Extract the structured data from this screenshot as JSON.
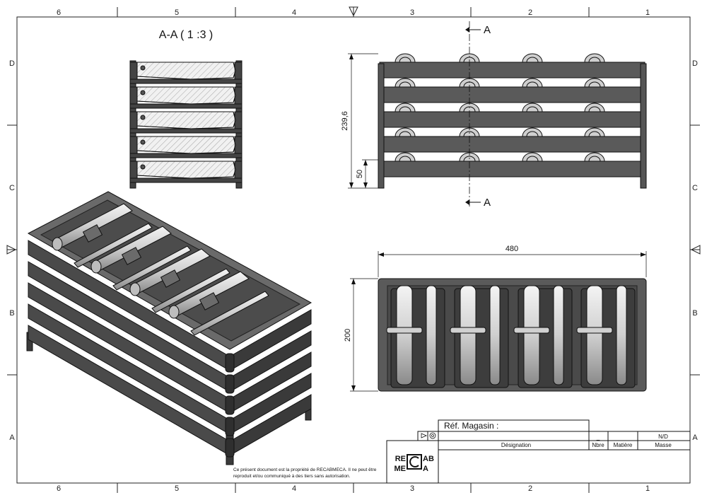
{
  "zones": {
    "columns": [
      "6",
      "5",
      "4",
      "3",
      "2",
      "1"
    ],
    "rows": [
      "D",
      "C",
      "B",
      "A"
    ]
  },
  "section_view": {
    "title": "A-A ( 1 :3 )",
    "cut_letter": "A"
  },
  "dimensions": {
    "height": "239,6",
    "pitch": "50",
    "length": "480",
    "width": "200"
  },
  "notice": {
    "line1": "Ce présent document est la propriété de RECABMECA. Il ne peut être",
    "line2": "reproduit et/ou communiqué à des tiers sans autorisation."
  },
  "logo": {
    "text_re": "RE",
    "text_ab": "AB",
    "text_me": "ME",
    "text_a": "A"
  },
  "title_block": {
    "ref_label": "Réf. Magasin :",
    "designation": "Désignation",
    "nbre": "Nbre",
    "matiere": "Matière",
    "masse": "Masse",
    "nd": "N/D",
    "dash": "_"
  },
  "colors": {
    "tray": "#5a5a5a",
    "tray_dark": "#3c3c3c",
    "part": "#d8d8d8",
    "line": "#111111"
  }
}
